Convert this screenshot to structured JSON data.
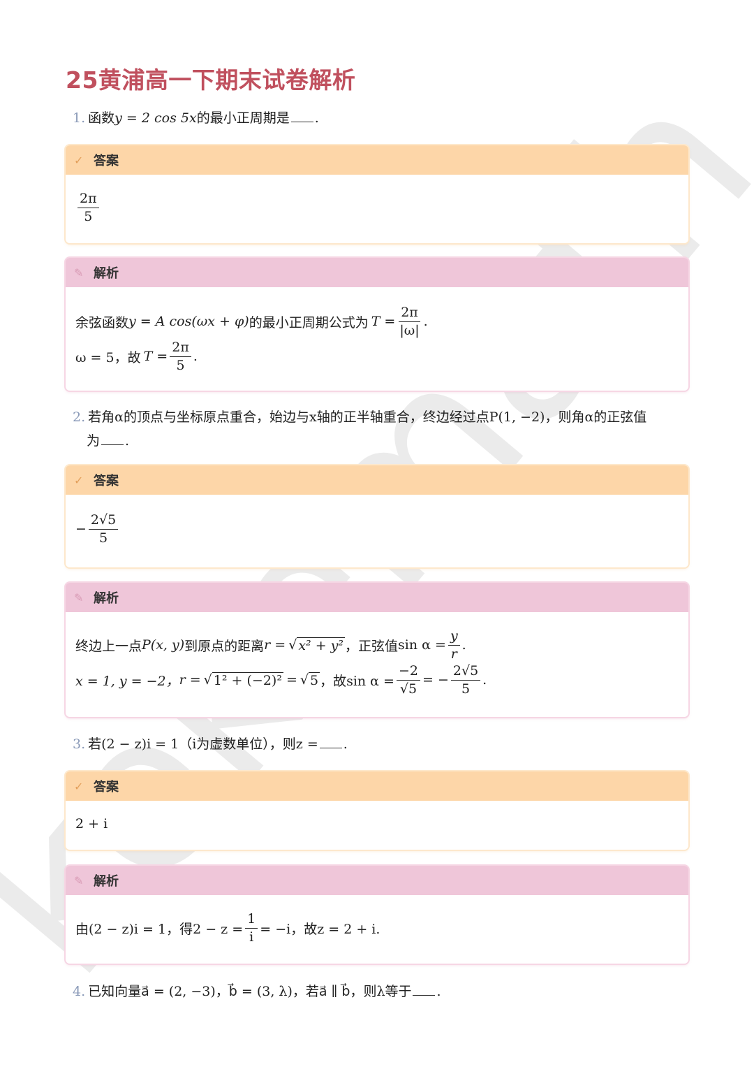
{
  "title": "25黄浦高一下期末试卷解析",
  "watermark": "kekemath",
  "labels": {
    "answer": "答案",
    "analysis": "解析"
  },
  "colors": {
    "title": "#c0505e",
    "answer_header": "#fdd6a8",
    "analysis_header": "#efc6d9",
    "number": "#8a9ab8"
  },
  "icons": {
    "answer": "check-icon",
    "analysis": "pencil-icon"
  },
  "q1": {
    "num": "1.",
    "pre": "函数",
    "formula": "y = 2 cos 5x",
    "post": "的最小正周期是",
    "end": ".",
    "answer": {
      "num": "2π",
      "den": "5"
    },
    "analysis": {
      "l1_pre": "余弦函数",
      "l1_formula": "y = A cos(ωx + φ)",
      "l1_mid": "的最小正周期公式为",
      "l1_T": "T =",
      "l1_num": "2π",
      "l1_den": "|ω|",
      "l1_end": ".",
      "l2_pre": "ω = 5，故",
      "l2_T": "T =",
      "l2_num": "2π",
      "l2_den": "5",
      "l2_end": "."
    }
  },
  "q2": {
    "num": "2.",
    "line1": "若角α的顶点与坐标原点重合，始边与x轴的正半轴重合，终边经过点P(1, −2)，则角α的正弦值",
    "line2": "为",
    "end": ".",
    "answer": {
      "sign": "−",
      "num": "2√5",
      "den": "5"
    },
    "analysis": {
      "l1_pre": "终边上一点",
      "l1_p": "P(x, y)",
      "l1_mid": "到原点的距离",
      "l1_r": "r =",
      "l1_sqrt": "x² + y²",
      "l1_mid2": "，正弦值",
      "l1_sin": "sin α =",
      "l1_num": "y",
      "l1_den": "r",
      "l1_end": ".",
      "l2_pre": "x = 1, y = −2，",
      "l2_r": "r =",
      "l2_sqrt": "1² + (−2)²",
      "l2_eq": "=",
      "l2_sqrt5": "5",
      "l2_mid": "，故sin α =",
      "l2_num": "−2",
      "l2_den": "√5",
      "l2_eq2": "= −",
      "l2_num2": "2√5",
      "l2_den2": "5",
      "l2_end": "."
    }
  },
  "q3": {
    "num": "3.",
    "text": "若(2 − z)i = 1（i为虚数单位），则z =",
    "end": ".",
    "answer": "2 + i",
    "analysis": {
      "pre": "由(2 − z)i = 1，得2 − z =",
      "num": "1",
      "den": "i",
      "post": "= −i，故z = 2 + i."
    }
  },
  "q4": {
    "num": "4.",
    "text": "已知向量a⃗ = (2, −3)，b⃗ = (3, λ)，若a⃗ ∥ b⃗，则λ等于",
    "end": "."
  }
}
